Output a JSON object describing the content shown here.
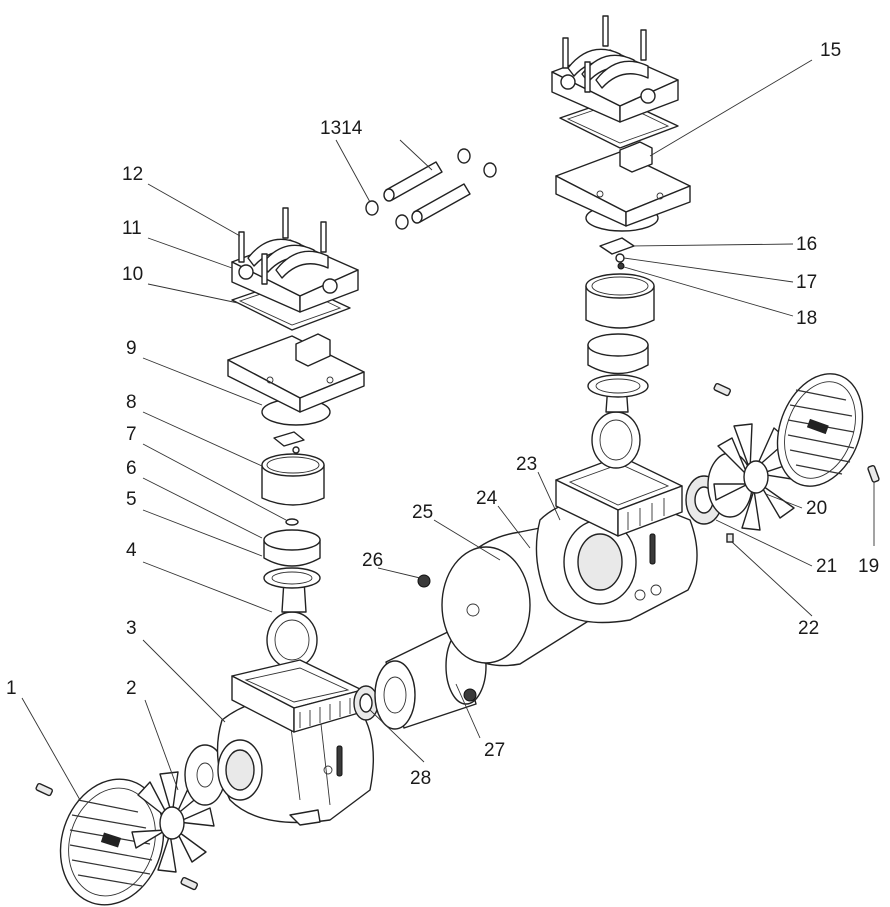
{
  "callouts": [
    {
      "id": "1",
      "text": "1"
    },
    {
      "id": "2",
      "text": "2"
    },
    {
      "id": "3",
      "text": "3"
    },
    {
      "id": "4",
      "text": "4"
    },
    {
      "id": "5",
      "text": "5"
    },
    {
      "id": "6",
      "text": "6"
    },
    {
      "id": "7",
      "text": "7"
    },
    {
      "id": "8",
      "text": "8"
    },
    {
      "id": "9",
      "text": "9"
    },
    {
      "id": "10",
      "text": "10"
    },
    {
      "id": "11",
      "text": "11"
    },
    {
      "id": "12",
      "text": "12"
    },
    {
      "id": "1314",
      "text": "1314"
    },
    {
      "id": "15",
      "text": "15"
    },
    {
      "id": "16",
      "text": "16"
    },
    {
      "id": "17",
      "text": "17"
    },
    {
      "id": "18",
      "text": "18"
    },
    {
      "id": "19",
      "text": "19"
    },
    {
      "id": "20",
      "text": "20"
    },
    {
      "id": "21",
      "text": "21"
    },
    {
      "id": "22",
      "text": "22"
    },
    {
      "id": "23",
      "text": "23"
    },
    {
      "id": "24",
      "text": "24"
    },
    {
      "id": "25",
      "text": "25"
    },
    {
      "id": "26",
      "text": "26"
    },
    {
      "id": "27",
      "text": "27"
    },
    {
      "id": "28",
      "text": "28"
    }
  ]
}
